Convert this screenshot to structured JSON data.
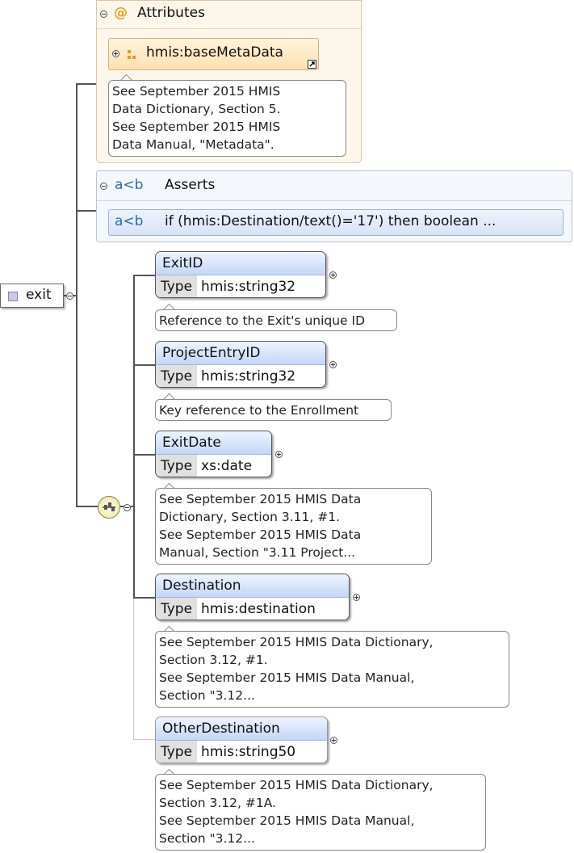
{
  "root": {
    "label": "exit"
  },
  "attributes": {
    "title": "Attributes",
    "at_symbol": "@",
    "item": {
      "label": "hmis:baseMetaData"
    },
    "note": "See September 2015 HMIS\nData Dictionary, Section 5.\nSee September 2015 HMIS\nData Manual, \"Metadata\"."
  },
  "asserts": {
    "symbol": "a<b",
    "title": "Asserts",
    "item": {
      "symbol": "a<b",
      "text": "if (hmis:Destination/text()='17') then boolean ..."
    }
  },
  "type_label": "Type",
  "elements": [
    {
      "name": "ExitID",
      "type": "hmis:string32",
      "note": "Reference to the Exit's unique ID"
    },
    {
      "name": "ProjectEntryID",
      "type": "hmis:string32",
      "note": "Key reference to the Enrollment"
    },
    {
      "name": "ExitDate",
      "type": "xs:date",
      "note": "See September 2015 HMIS Data\nDictionary, Section 3.11, #1.\nSee September 2015 HMIS Data\nManual, Section \"3.11 Project..."
    },
    {
      "name": "Destination",
      "type": "hmis:destination",
      "note": "See September 2015 HMIS Data Dictionary,\nSection 3.12, #1.\nSee September 2015 HMIS Data Manual,\nSection \"3.12..."
    },
    {
      "name": "OtherDestination",
      "type": "hmis:string50",
      "note": "See September 2015 HMIS Data Dictionary,\nSection 3.12, #1A.\nSee September 2015 HMIS Data Manual,\nSection \"3.12..."
    }
  ]
}
